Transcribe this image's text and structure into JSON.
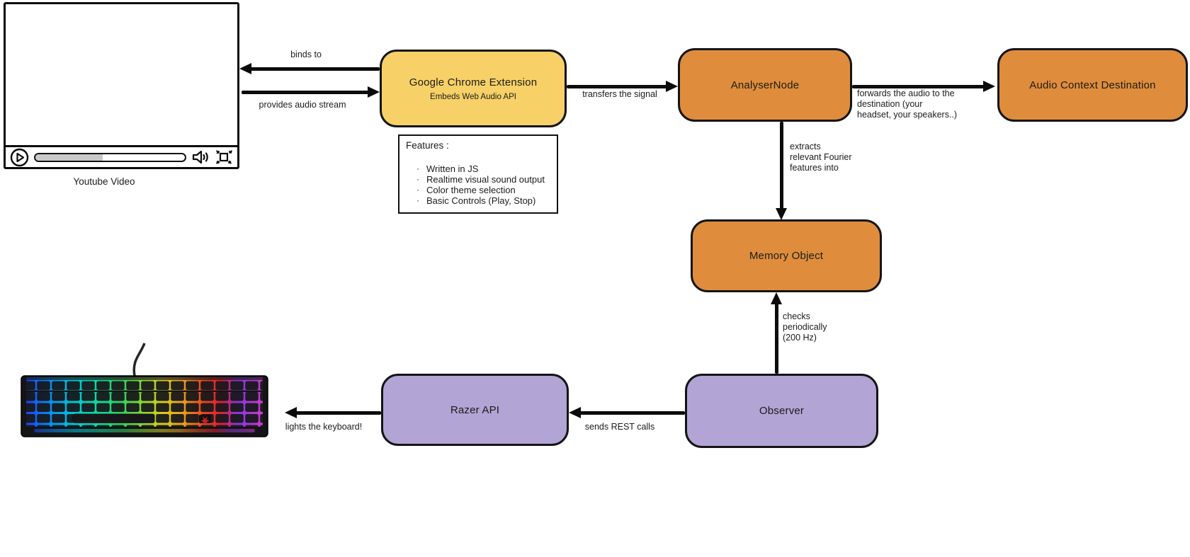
{
  "video_player": {
    "label": "Youtube Video",
    "progress_percent": 45,
    "icons": [
      "play-icon",
      "volume-icon",
      "fullscreen-icon"
    ]
  },
  "nodes": {
    "extension": {
      "title": "Google Chrome Extension",
      "subtitle": "Embeds Web Audio API",
      "color": "#F7D167"
    },
    "analyser": {
      "title": "AnalyserNode",
      "color": "#DF8D3C"
    },
    "destination": {
      "title": "Audio Context Destination",
      "color": "#DF8D3C"
    },
    "memory": {
      "title": "Memory Object",
      "color": "#DF8D3C"
    },
    "observer": {
      "title": "Observer",
      "color": "#B2A4D4"
    },
    "razer": {
      "title": "Razer API",
      "color": "#B2A4D4"
    }
  },
  "edges": {
    "binds_to": "binds to",
    "provides": "provides audio stream",
    "transfers": "transfers the signal",
    "forwards": [
      "forwards the audio to the",
      "destination (your",
      "headset, your speakers..)"
    ],
    "extracts": [
      "extracts",
      "relevant Fourier",
      "features into"
    ],
    "checks": [
      "checks",
      "periodically",
      "(200 Hz)"
    ],
    "sends": "sends REST calls",
    "lights": "lights the keyboard!"
  },
  "features": {
    "heading": "Features :",
    "items": [
      "Written in JS",
      "Realtime visual sound output",
      "Color theme selection",
      "Basic Controls (Play, Stop)"
    ]
  },
  "colors": {
    "border": "#141414",
    "arrow": "#0b0b0b",
    "keyboard_glow": [
      "#1d46f0",
      "#0a8cf0",
      "#00c8d8",
      "#10d8a0",
      "#30d060",
      "#90d830",
      "#d8cc20",
      "#e8a020",
      "#e85020",
      "#e02030",
      "#8838e0",
      "#cc3cc8"
    ]
  }
}
